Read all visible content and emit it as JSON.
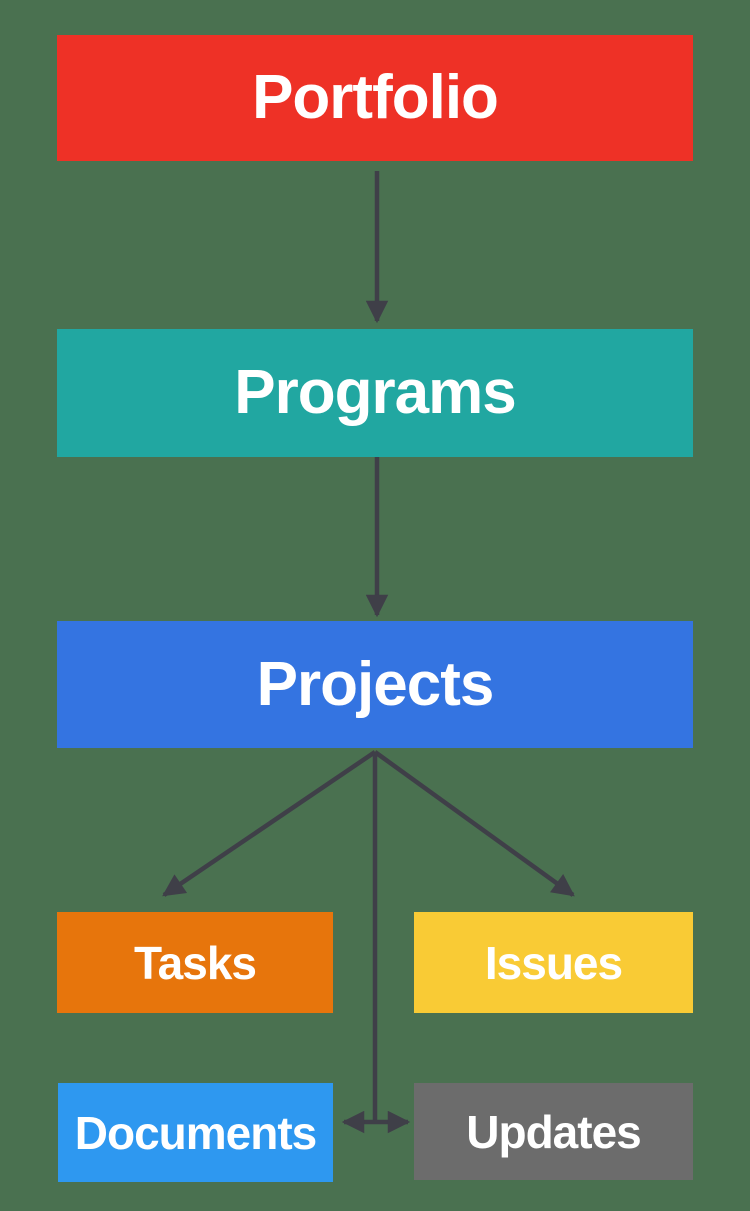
{
  "diagram": {
    "background_color": "#4a7150",
    "arrow_color": "#3f3f48",
    "text_color": "#ffffff",
    "nodes": [
      {
        "id": "portfolio",
        "label": "Portfolio",
        "color": "#ee3126"
      },
      {
        "id": "programs",
        "label": "Programs",
        "color": "#21a7a1"
      },
      {
        "id": "projects",
        "label": "Projects",
        "color": "#3474e1"
      },
      {
        "id": "tasks",
        "label": "Tasks",
        "color": "#e7750c"
      },
      {
        "id": "issues",
        "label": "Issues",
        "color": "#f9cb35"
      },
      {
        "id": "documents",
        "label": "Documents",
        "color": "#2e98f0"
      },
      {
        "id": "updates",
        "label": "Updates",
        "color": "#6c6c6c"
      }
    ],
    "edges": [
      {
        "from": "portfolio",
        "to": "programs",
        "type": "arrow-down"
      },
      {
        "from": "programs",
        "to": "projects",
        "type": "arrow-down"
      },
      {
        "from": "projects",
        "to": "tasks",
        "type": "arrow-diagonal-left"
      },
      {
        "from": "projects",
        "to": "issues",
        "type": "arrow-diagonal-right"
      },
      {
        "from": "projects",
        "to": "documents-updates",
        "type": "arrow-down-then-double-horizontal"
      }
    ]
  }
}
